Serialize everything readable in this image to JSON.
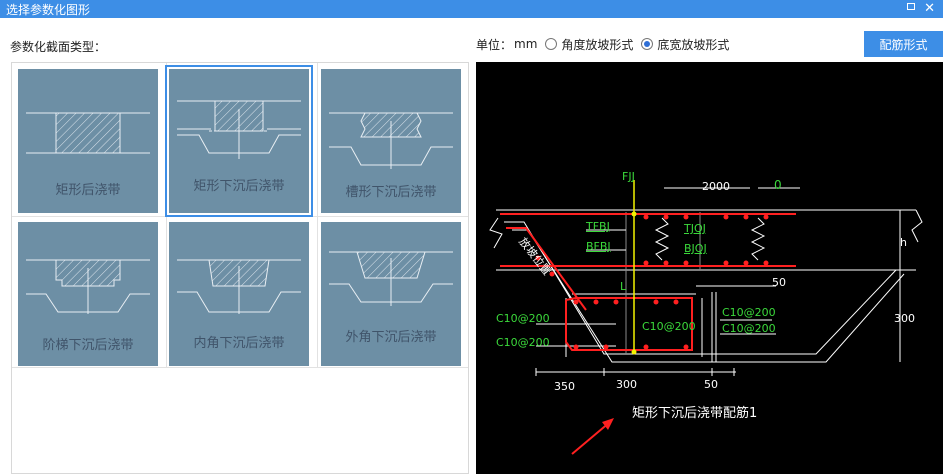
{
  "window": {
    "title": "选择参数化图形"
  },
  "section_label": "参数化截面类型：",
  "unit": {
    "label": "单位：",
    "value": "mm"
  },
  "slope_options": [
    {
      "label": "角度放坡形式",
      "selected": false
    },
    {
      "label": "底宽放坡形式",
      "selected": true
    }
  ],
  "rebar_button": "配筋形式",
  "shapes": [
    {
      "label": "矩形后浇带",
      "selected": false
    },
    {
      "label": "矩形下沉后浇带",
      "selected": true
    },
    {
      "label": "槽形下沉后浇带",
      "selected": false
    },
    {
      "label": "阶梯下沉后浇带",
      "selected": false
    },
    {
      "label": "内角下沉后浇带",
      "selected": false
    },
    {
      "label": "外角下沉后浇带",
      "selected": false
    }
  ],
  "drawing": {
    "title": "矩形下沉后浇带配筋1",
    "labels": {
      "fjj": "FJJ",
      "tfbj": "TFBJ",
      "bfbj": "BFBJ",
      "tjqj": "TJQJ",
      "bjqj": "BJQJ",
      "slope": "放坡位置",
      "l": "L",
      "h": "h",
      "c1": "C10@200",
      "c2": "C10@200",
      "c3": "C10@200",
      "c4": "C10@200",
      "c5": "C10@200"
    },
    "dims": {
      "top_width": "2000",
      "top_zero": "0",
      "right_50": "50",
      "right_300": "300",
      "bottom_350": "350",
      "bottom_300": "300",
      "bottom_50": "50"
    }
  },
  "colors": {
    "accent": "#3d8ee6",
    "tile": "#6d8fa5",
    "cad_green": "#3bd93b",
    "cad_red": "#ff2020",
    "cad_yellow": "#f2f200"
  }
}
